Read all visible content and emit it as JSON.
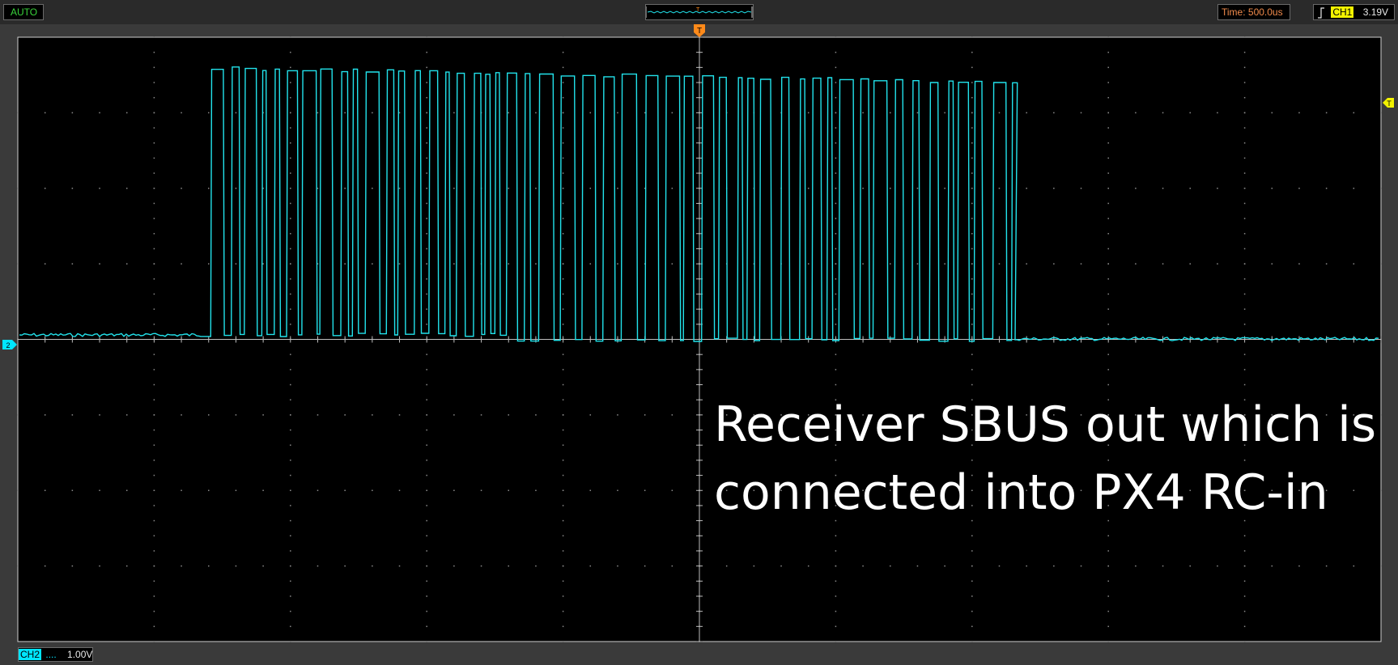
{
  "status": {
    "mode": "AUTO",
    "time_label": "Time:",
    "time_value": "500.0us"
  },
  "trigger": {
    "channel": "CH1",
    "level": "3.19V",
    "marker": "T",
    "edge": "rising"
  },
  "channel2": {
    "label": "CH2",
    "marker": "2",
    "coupling": "....",
    "scale": "1.00V",
    "color": "#00e5ff"
  },
  "annotation": {
    "line1": "Receiver SBUS out which is",
    "line2": "connected into PX4 RC-in"
  },
  "colors": {
    "trace": "#22e3ec",
    "trigger_marker": "#ff8a1a",
    "trigger_level_marker": "#f2f200",
    "grid": "#8a8a8a",
    "mode_text": "#39d33b",
    "time_text": "#f08a4b"
  },
  "display": {
    "horizontal_divisions": 10,
    "vertical_divisions": 8,
    "time_per_div": "500.0us",
    "volts_per_div": "1.00V"
  }
}
